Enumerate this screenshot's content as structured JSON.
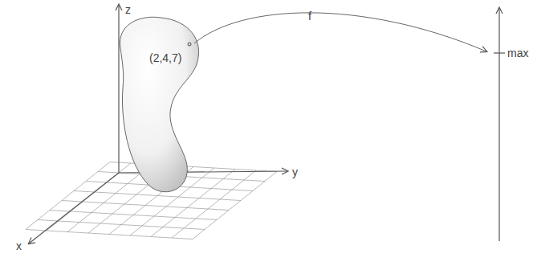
{
  "diagram": {
    "labels": [
      "z",
      "(2,4,7)",
      "f",
      "max",
      "y",
      "x"
    ]
  }
}
